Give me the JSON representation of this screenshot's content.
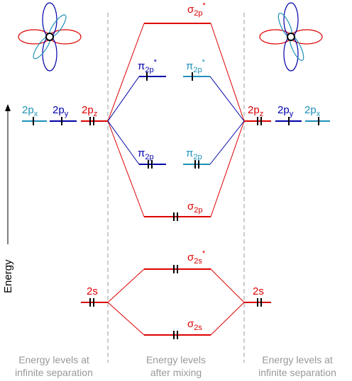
{
  "colors": {
    "red": "#dd0000",
    "blue": "#0000aa",
    "cyan": "#1e90b8",
    "electron": "#000000",
    "divider": "#999999",
    "caption": "#999999"
  },
  "axis": {
    "energy": "Energy"
  },
  "atomic_left": {
    "p_x": {
      "base": "2p",
      "sub": "x"
    },
    "p_y": {
      "base": "2p",
      "sub": "y"
    },
    "p_z": {
      "base": "2p",
      "sub": "z"
    },
    "s": "2s"
  },
  "atomic_right": {
    "p_z": {
      "base": "2p",
      "sub": "z"
    },
    "p_y": {
      "base": "2p",
      "sub": "y"
    },
    "p_x": {
      "base": "2p",
      "sub": "x"
    },
    "s": "2s"
  },
  "molecular": {
    "sigma2p_star": {
      "greek": "σ",
      "sub": "2p",
      "sup": "*"
    },
    "pi2p_star_a": {
      "greek": "π",
      "sub": "2p",
      "sup": "*"
    },
    "pi2p_star_b": {
      "greek": "π",
      "sub": "2p",
      "sup": "*"
    },
    "pi2p_a": {
      "greek": "π",
      "sub": "2p"
    },
    "pi2p_b": {
      "greek": "π",
      "sub": "2p"
    },
    "sigma2p": {
      "greek": "σ",
      "sub": "2p"
    },
    "sigma2s_star": {
      "greek": "σ",
      "sub": "2s",
      "sup": "*"
    },
    "sigma2s": {
      "greek": "σ",
      "sub": "2s"
    }
  },
  "captions": {
    "left": [
      "Energy levels at",
      "infinite separation"
    ],
    "middle": [
      "Energy levels",
      "after mixing"
    ],
    "right": [
      "Energy levels at",
      "infinite separation"
    ]
  }
}
